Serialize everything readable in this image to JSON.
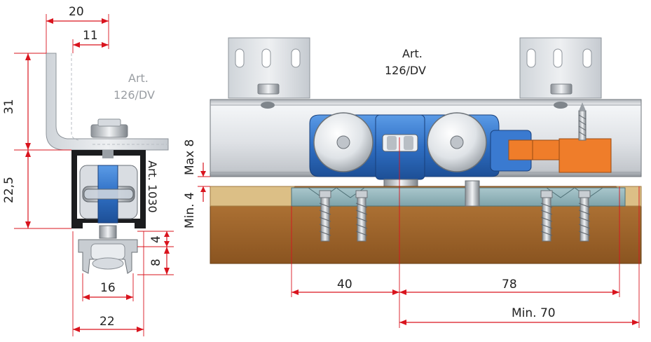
{
  "labels": {
    "art_126dv_line1": "Art.",
    "art_126dv_line2": "126/DV",
    "art_126dv_side_line1": "Art.",
    "art_126dv_side_line2": "126/DV",
    "art_1030": "Art. 1030"
  },
  "dimensions": {
    "d20": "20",
    "d11": "11",
    "d31": "31",
    "d22_5": "22,5",
    "d4": "4",
    "d8": "8",
    "d16": "16",
    "d22": "22",
    "max8": "Max 8",
    "min4": "Min. 4",
    "d40": "40",
    "d78": "78",
    "min70": "Min. 70"
  },
  "colors": {
    "dimension_red": "#d9141e",
    "rail_silver": "#d9dde2",
    "carriage_blue": "#2f6fc4",
    "clamp_orange": "#ef7d2a",
    "wood_brown": "#a0652a",
    "wood_light": "#dcbf86",
    "plate_teal": "#8fb2b8"
  }
}
